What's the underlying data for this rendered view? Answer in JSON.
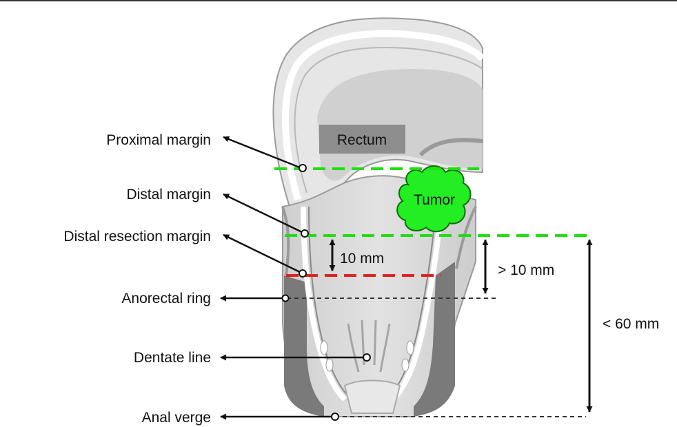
{
  "labels": {
    "proximal_margin": "Proximal margin",
    "distal_margin": "Distal margin",
    "distal_resection_margin": "Distal resection margin",
    "anorectal_ring": "Anorectal ring",
    "dentate_line": "Dentate line",
    "anal_verge": "Anal verge"
  },
  "regions": {
    "rectum": "Rectum",
    "tumor": "Tumor"
  },
  "measurements": {
    "drm": "10 mm",
    "above_ring": "> 10 mm",
    "from_verge": "< 60 mm"
  },
  "colors": {
    "margin_line": "#22dd11",
    "resection_line": "#e22222",
    "tumor_fill": "#22ee22",
    "reference_line": "#333333",
    "anatomy_fill": "#d4d4d4",
    "anatomy_dark": "#7a7a7a",
    "rectum_label_bg": "#8d8d8d"
  }
}
